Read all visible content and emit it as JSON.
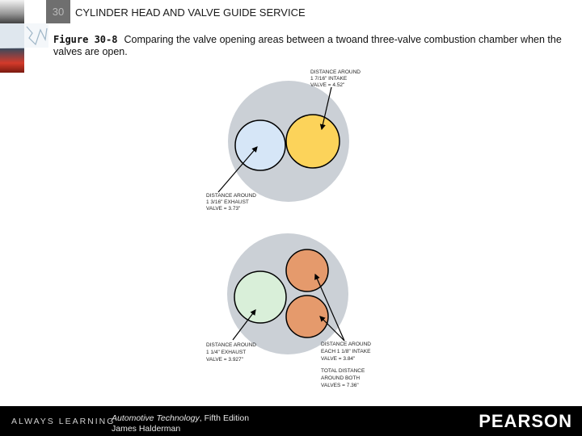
{
  "header": {
    "chapter_number": "30",
    "title": "CYLINDER HEAD AND VALVE GUIDE SERVICE"
  },
  "caption": {
    "figure_label": "Figure 30-8",
    "text": "Comparing the valve opening areas between a twoand three-valve combustion chamber when the valves are open."
  },
  "diagram": {
    "two_valve": {
      "intake_lines": [
        "DISTANCE AROUND",
        "1 7/16\" INTAKE",
        "VALVE = 4.52\""
      ],
      "exhaust_lines": [
        "DISTANCE AROUND",
        "1 3/16\" EXHAUST",
        "VALVE = 3.73\""
      ]
    },
    "three_valve": {
      "exhaust_lines": [
        "DISTANCE AROUND",
        "1 1/4\" EXHAUST",
        "VALVE = 3.927\""
      ],
      "intake_lines": [
        "DISTANCE AROUND",
        "EACH 1 1/8\" INTAKE",
        "VALVE = 3.84\""
      ],
      "total_lines": [
        "TOTAL DISTANCE",
        "AROUND BOTH",
        "VALVES = 7.36\""
      ]
    },
    "colors": {
      "chamber": "#cbd0d6",
      "two_valve_exhaust": "#d6e6f7",
      "two_valve_intake": "#fcd35a",
      "three_valve_exhaust": "#d9efd9",
      "three_valve_intake": "#e59a6c"
    }
  },
  "footer": {
    "left": "ALWAYS LEARNING",
    "book_title": "Automotive Technology",
    "book_edition": ", Fifth Edition",
    "author": "James Halderman",
    "brand": "PEARSON"
  }
}
